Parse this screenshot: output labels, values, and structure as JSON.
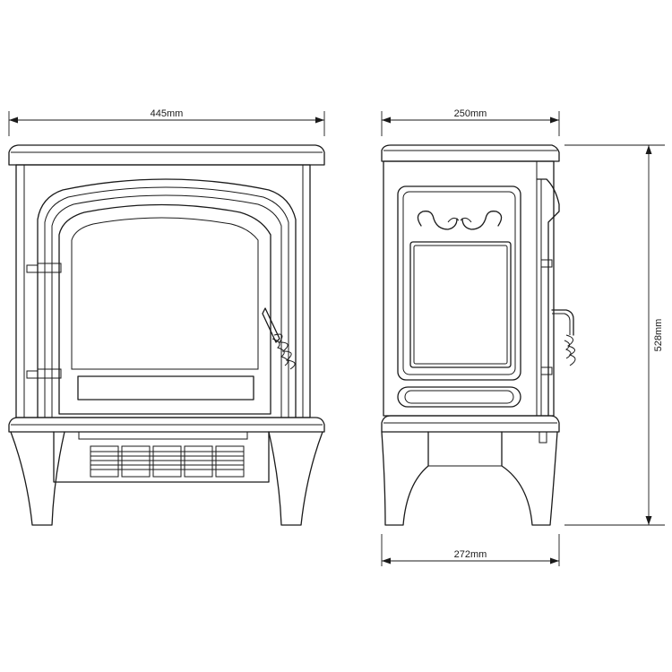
{
  "dimensions": {
    "front_width": "445mm",
    "side_depth_top": "250mm",
    "side_depth_bottom": "272mm",
    "height": "528mm"
  }
}
